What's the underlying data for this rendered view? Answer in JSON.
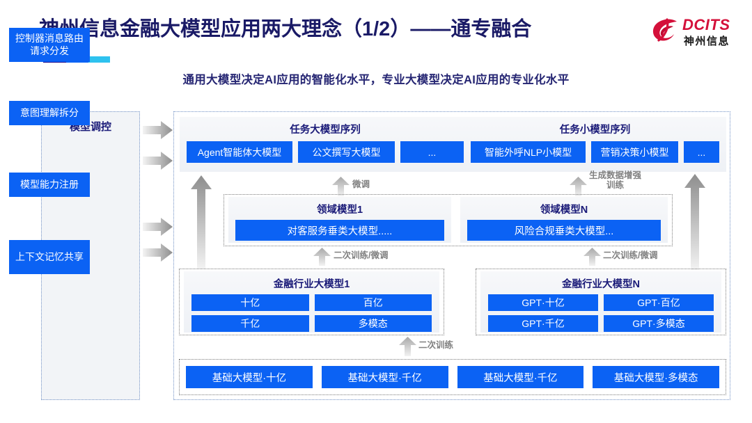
{
  "header": {
    "title": "神州信息金融大模型应用两大理念（1/2）——通专融合",
    "subtitle": "通用大模型决定AI应用的智能化水平，专业大模型决定AI应用的专业化水平",
    "accent_colors": [
      "#1a0a8c",
      "#0b63f6",
      "#2ec2ef"
    ]
  },
  "logo": {
    "brand": "DCITS",
    "brand_cn": "神州信息",
    "mark_color": "#d4103a"
  },
  "control_panel": {
    "title": "模型调控",
    "items": [
      {
        "label": "控制器消息路由请求分发"
      },
      {
        "label": "意图理解拆分"
      },
      {
        "label": "模型能力注册"
      },
      {
        "label": "上下文记忆共享"
      }
    ]
  },
  "task_big": {
    "title": "任务大模型序列",
    "chips": [
      "Agent智能体大模型",
      "公文撰写大模型",
      "..."
    ]
  },
  "task_small": {
    "title": "任务小模型序列",
    "chips": [
      "智能外呼NLP小模型",
      "营销决策小模型",
      "..."
    ]
  },
  "domain_1": {
    "title": "领域模型1",
    "chip": "对客服务垂类大模型....."
  },
  "domain_n": {
    "title": "领域模型N",
    "chip": "风险合规垂类大模型..."
  },
  "industry_1": {
    "title": "金融行业大模型1",
    "chips": [
      "十亿",
      "百亿",
      "千亿",
      "多模态"
    ]
  },
  "industry_n": {
    "title": "金融行业大模型N",
    "chips": [
      "GPT·十亿",
      "GPT·百亿",
      "GPT·千亿",
      "GPT·多模态"
    ]
  },
  "base_models": {
    "chips": [
      "基础大模型·十亿",
      "基础大模型·千亿",
      "基础大模型·千亿",
      "基础大模型·多模态"
    ]
  },
  "arrow_labels": {
    "fine_tune": "微调",
    "data_aug": "生成数据增强\n训练",
    "retrain_tune_left": "二次训练/微调",
    "retrain_tune_right": "二次训练/微调",
    "retrain": "二次训练"
  },
  "colors": {
    "chip_blue": "#0b62f4",
    "title_navy": "#1a1a66",
    "panel_bg": "#f2f4f7",
    "arrow_gray": "#9a9a9a"
  }
}
